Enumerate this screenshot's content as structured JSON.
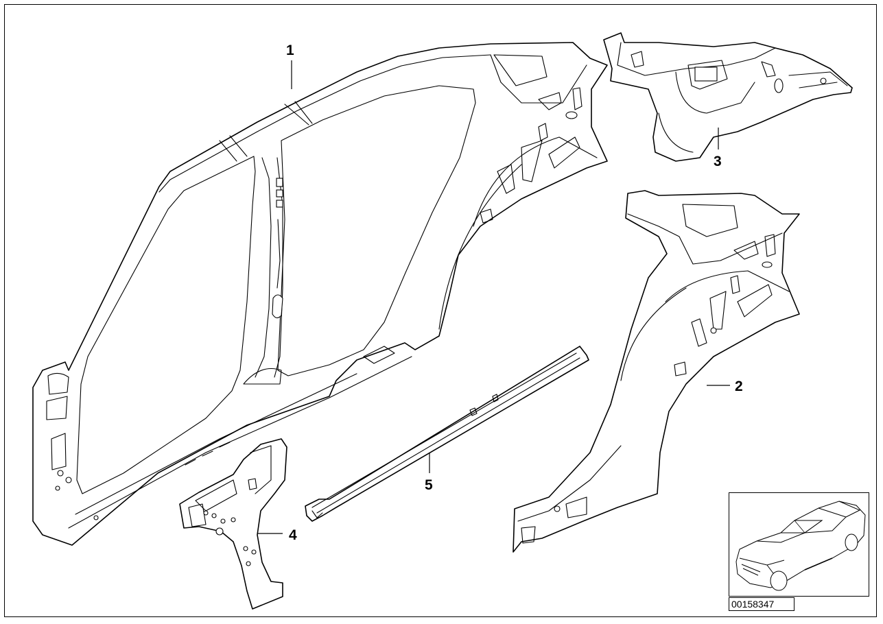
{
  "callouts": {
    "c1": "1",
    "c2": "2",
    "c3": "3",
    "c4": "4",
    "c5": "5"
  },
  "reference_number": "00158347"
}
